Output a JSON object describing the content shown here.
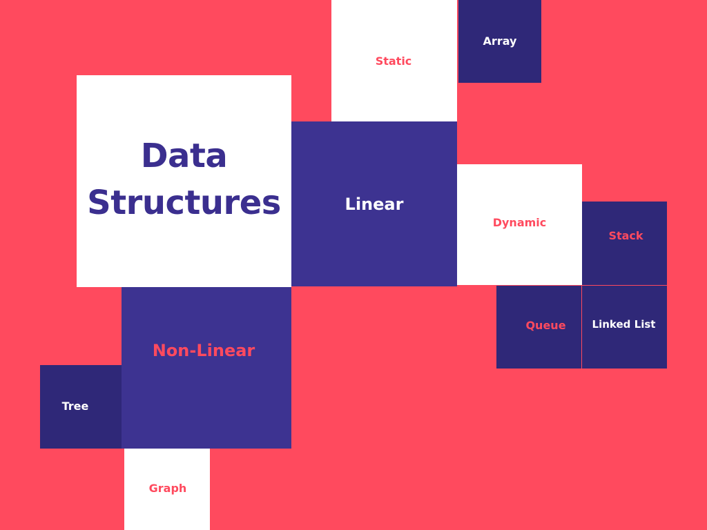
{
  "title": "Data Structures",
  "nodes": {
    "linear": "Linear",
    "non_linear": "Non-Linear",
    "static": "Static",
    "dynamic": "Dynamic",
    "array": "Array",
    "stack": "Stack",
    "queue": "Queue",
    "linked_list": "Linked List",
    "tree": "Tree",
    "graph": "Graph"
  },
  "colors": {
    "background": "#ff4a5e",
    "white": "#ffffff",
    "indigo": "#3d3391",
    "navy": "#2f2878",
    "title_text": "#3b2f8f"
  }
}
